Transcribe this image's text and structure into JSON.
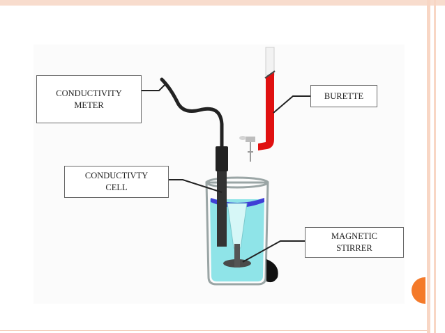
{
  "labels": {
    "conductivity_meter": [
      "CONDUCTIVITY",
      "METER"
    ],
    "conductivity_cell": [
      "CONDUCTIVTY",
      "CELL"
    ],
    "burette": "BURETTE",
    "magnetic_stirrer": [
      "MAGNETIC",
      "STIRRER"
    ]
  },
  "colors": {
    "slide_accent": "#f47a2a",
    "frame": "#f8d6c4",
    "burette_liquid": "#e01010",
    "solution": "#8fe4e8",
    "solution_dark": "#3f3fd6",
    "probe": "#222222"
  }
}
